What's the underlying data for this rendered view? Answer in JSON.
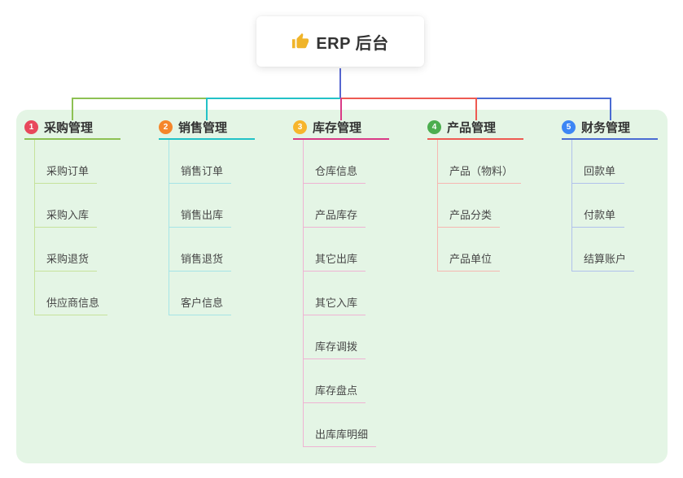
{
  "root": {
    "title": "ERP 后台",
    "icon": "thumbs-up-icon"
  },
  "theme": {
    "board_background": "#e4f5e5",
    "root_connector_color": "#5566d0",
    "card_background": "#ffffff",
    "title_text_color": "#333333",
    "node_text_color": "#474747"
  },
  "branches": [
    {
      "index": "1",
      "label": "采购管理",
      "badge_color": "#e8485c",
      "line_color": "#8dc153",
      "line_color_light": "#c6e29b",
      "children": [
        "采购订单",
        "采购入库",
        "采购退货",
        "供应商信息"
      ]
    },
    {
      "index": "2",
      "label": "销售管理",
      "badge_color": "#f5862b",
      "line_color": "#22c2c7",
      "line_color_light": "#a5e4e6",
      "children": [
        "销售订单",
        "销售出库",
        "销售退货",
        "客户信息"
      ]
    },
    {
      "index": "3",
      "label": "库存管理",
      "badge_color": "#f7b52c",
      "line_color": "#d93a86",
      "line_color_light": "#efb3d3",
      "children": [
        "仓库信息",
        "产品库存",
        "其它出库",
        "其它入库",
        "库存调拨",
        "库存盘点",
        "出库库明细"
      ]
    },
    {
      "index": "4",
      "label": "产品管理",
      "badge_color": "#4cae4f",
      "line_color": "#ee5a52",
      "line_color_light": "#f6b7b1",
      "children": [
        "产品（物料）",
        "产品分类",
        "产品单位"
      ]
    },
    {
      "index": "5",
      "label": "财务管理",
      "badge_color": "#3d86f5",
      "line_color": "#4a6bd3",
      "line_color_light": "#b0c1ec",
      "children": [
        "回款单",
        "付款单",
        "结算账户"
      ]
    }
  ]
}
